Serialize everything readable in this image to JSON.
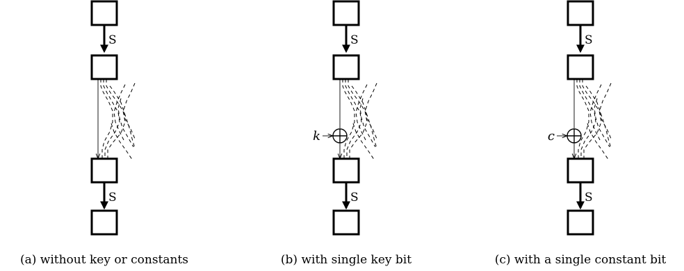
{
  "panels": [
    {
      "top_label": "S",
      "bottom_label": "S",
      "injection": null,
      "caption": "(a) without key or constants"
    },
    {
      "top_label": "S",
      "bottom_label": "S",
      "injection": "k",
      "caption": "(b) with single key bit"
    },
    {
      "top_label": "S",
      "bottom_label": "S",
      "injection": "c",
      "caption": "(c) with a single constant bit"
    }
  ]
}
